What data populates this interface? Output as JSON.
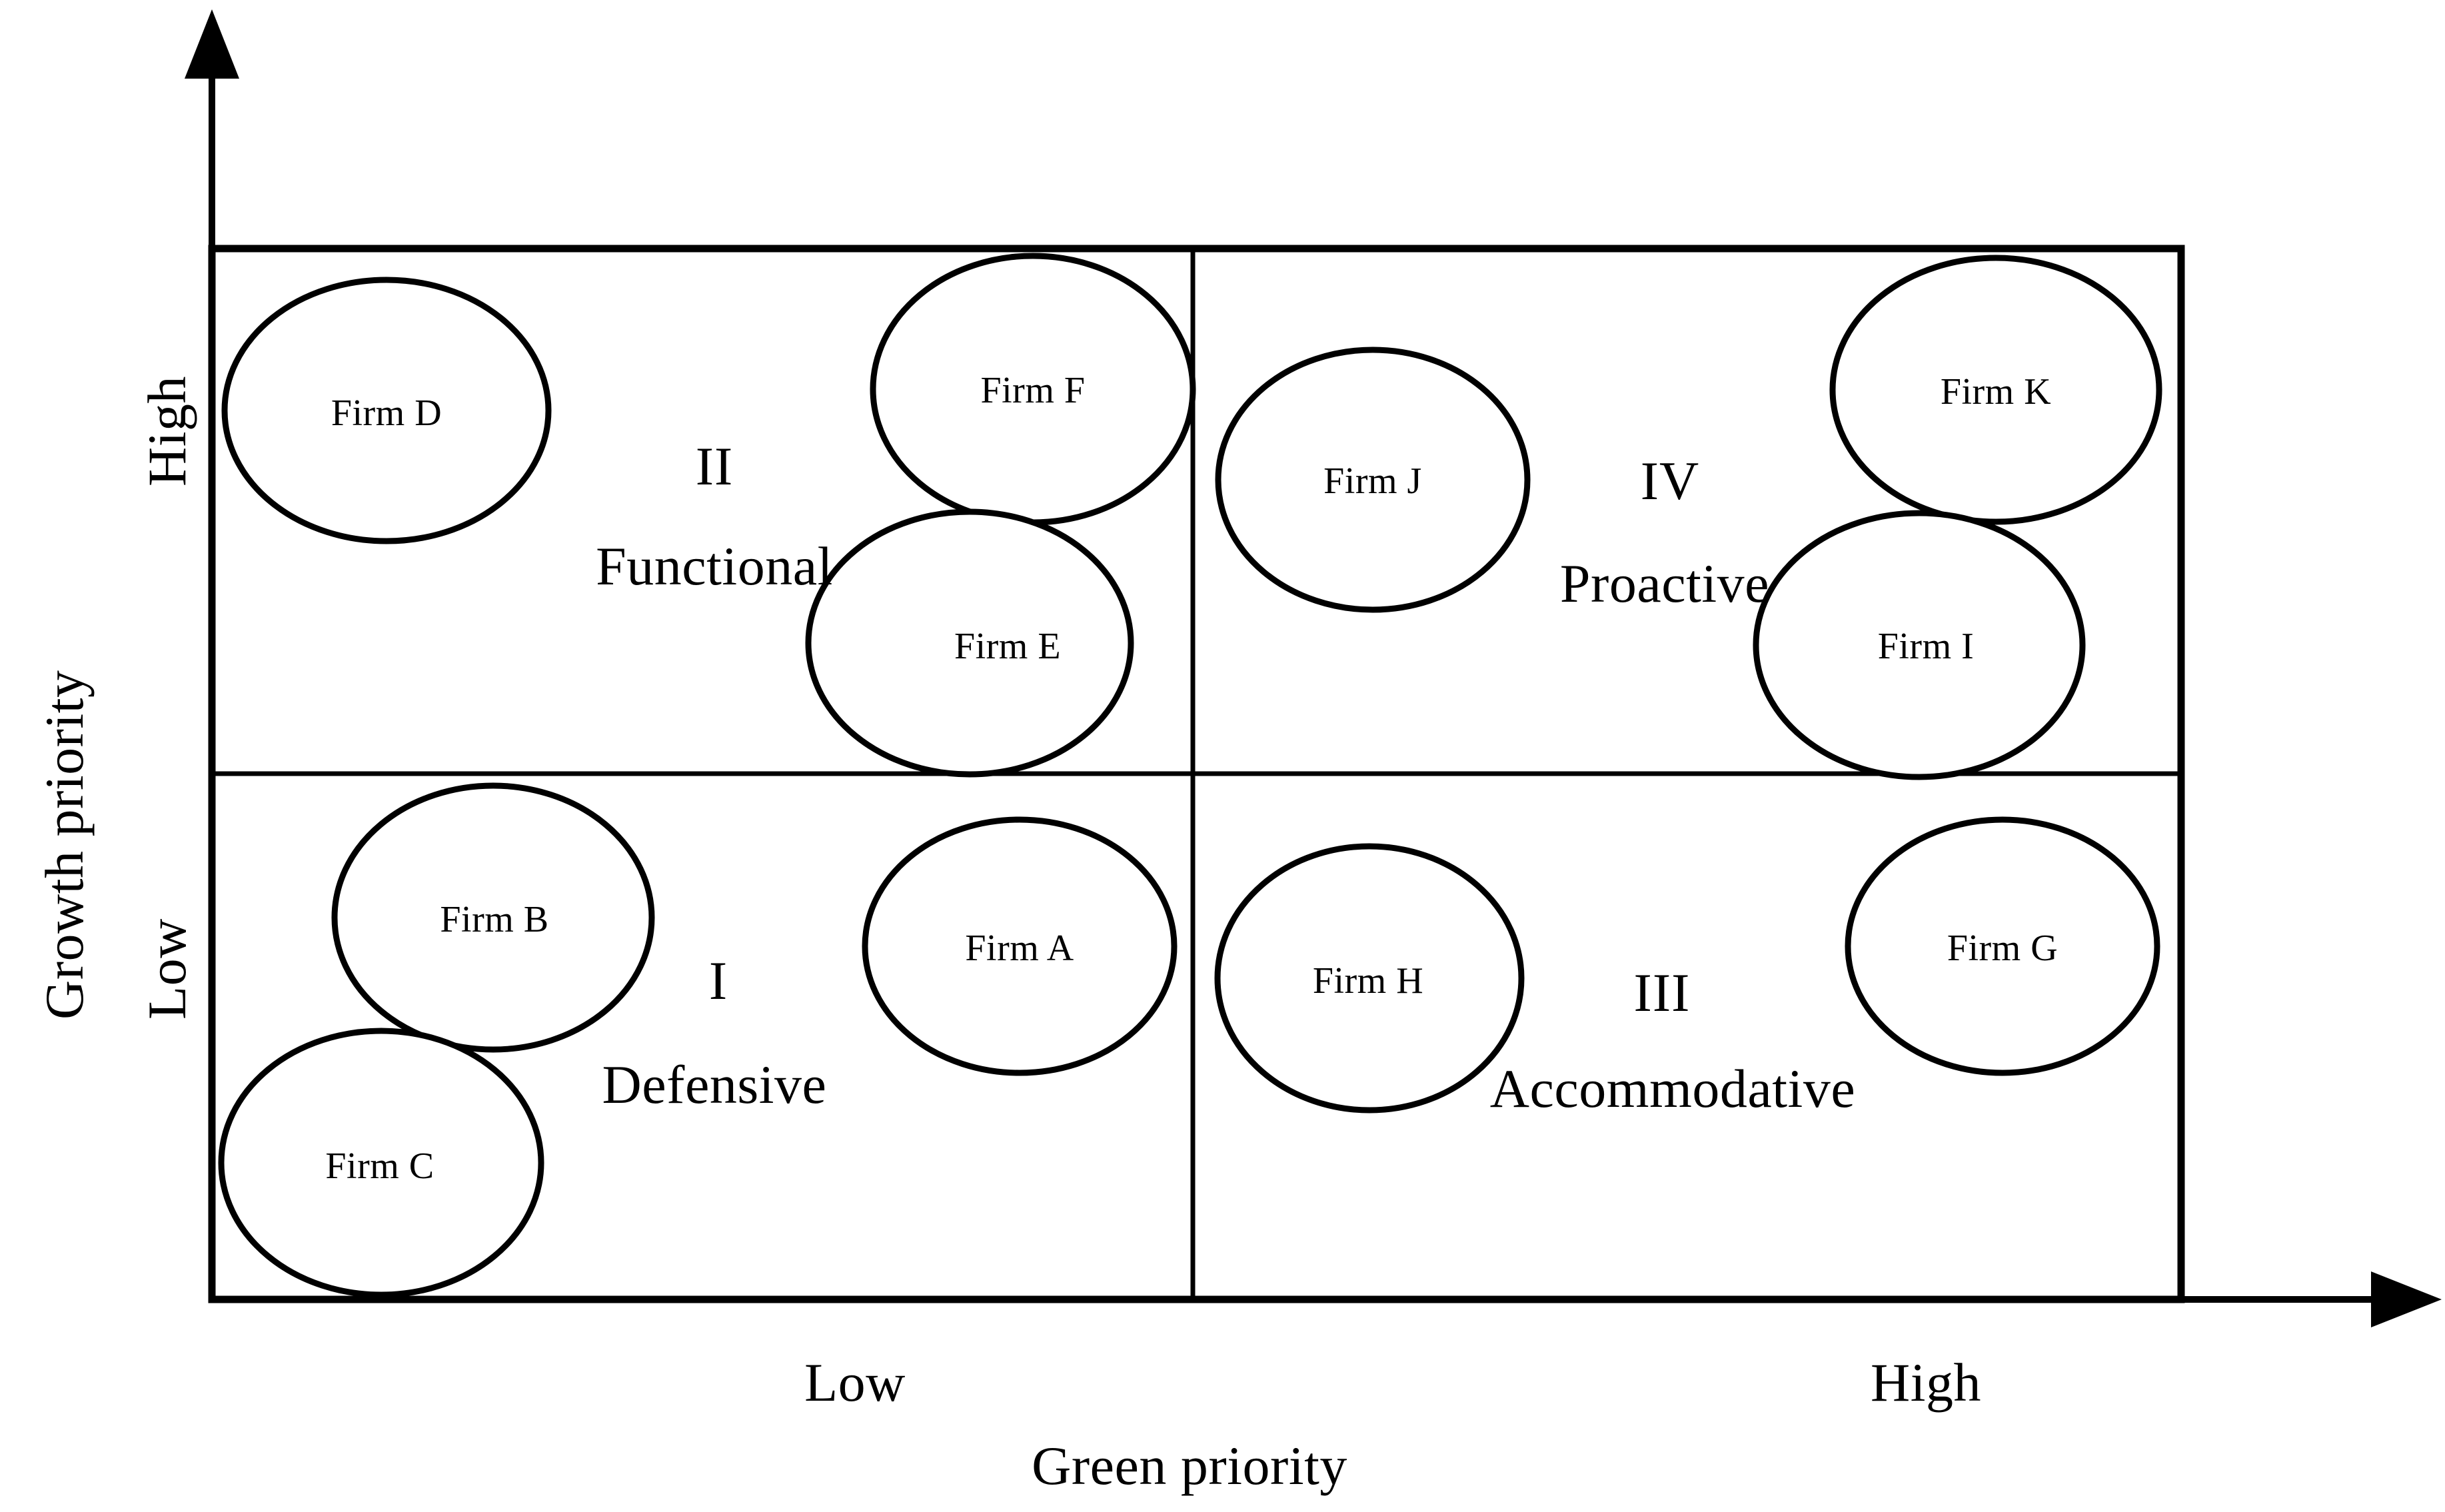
{
  "chart_data": {
    "type": "scatter",
    "title": "",
    "xlabel": "Green priority",
    "ylabel": "Growth priority",
    "x_tick_labels": [
      "Low",
      "High"
    ],
    "y_tick_labels": [
      "Low",
      "High"
    ],
    "grid": false,
    "legend": "none",
    "axis_arrows": true,
    "quadrants": [
      {
        "roman": "I",
        "name": "Defensive",
        "x": "Low",
        "y": "Low",
        "firms": [
          "Firm B",
          "Firm C",
          "Firm A"
        ]
      },
      {
        "roman": "II",
        "name": "Functional",
        "x": "Low",
        "y": "High",
        "firms": [
          "Firm D",
          "Firm F",
          "Firm E"
        ]
      },
      {
        "roman": "III",
        "name": "Accommodative",
        "x": "High",
        "y": "Low",
        "firms": [
          "Firm H",
          "Firm G"
        ]
      },
      {
        "roman": "IV",
        "name": "Proactive",
        "x": "High",
        "y": "High",
        "firms": [
          "Firm J",
          "Firm K",
          "Firm I"
        ]
      }
    ],
    "points": [
      {
        "label": "Firm D",
        "quadrant": "II",
        "x": "Low",
        "y": "High"
      },
      {
        "label": "Firm F",
        "quadrant": "II",
        "x": "Low",
        "y": "High"
      },
      {
        "label": "Firm E",
        "quadrant": "II",
        "x": "Low",
        "y": "High"
      },
      {
        "label": "Firm J",
        "quadrant": "IV",
        "x": "High",
        "y": "High"
      },
      {
        "label": "Firm K",
        "quadrant": "IV",
        "x": "High",
        "y": "High"
      },
      {
        "label": "Firm I",
        "quadrant": "IV",
        "x": "High",
        "y": "High"
      },
      {
        "label": "Firm B",
        "quadrant": "I",
        "x": "Low",
        "y": "Low"
      },
      {
        "label": "Firm C",
        "quadrant": "I",
        "x": "Low",
        "y": "Low"
      },
      {
        "label": "Firm A",
        "quadrant": "I",
        "x": "Low",
        "y": "Low"
      },
      {
        "label": "Firm H",
        "quadrant": "III",
        "x": "High",
        "y": "Low"
      },
      {
        "label": "Firm G",
        "quadrant": "III",
        "x": "High",
        "y": "Low"
      }
    ]
  },
  "axes": {
    "y_title": "Growth priority",
    "y_tick_high": "High",
    "y_tick_low": "Low",
    "x_title": "Green priority",
    "x_tick_low": "Low",
    "x_tick_high": "High"
  },
  "quadrant_labels": {
    "q1_roman": "I",
    "q1_name": "Defensive",
    "q2_roman": "II",
    "q2_name": "Functional",
    "q3_roman": "III",
    "q3_name": "Accommodative",
    "q4_roman": "IV",
    "q4_name": "Proactive"
  },
  "firms": {
    "a": "Firm A",
    "b": "Firm B",
    "c": "Firm C",
    "d": "Firm D",
    "e": "Firm E",
    "f": "Firm F",
    "g": "Firm G",
    "h": "Firm H",
    "i": "Firm I",
    "j": "Firm J",
    "k": "Firm K"
  },
  "colors": {
    "stroke": "#000000",
    "fill": "#ffffff",
    "background": "#ffffff"
  }
}
